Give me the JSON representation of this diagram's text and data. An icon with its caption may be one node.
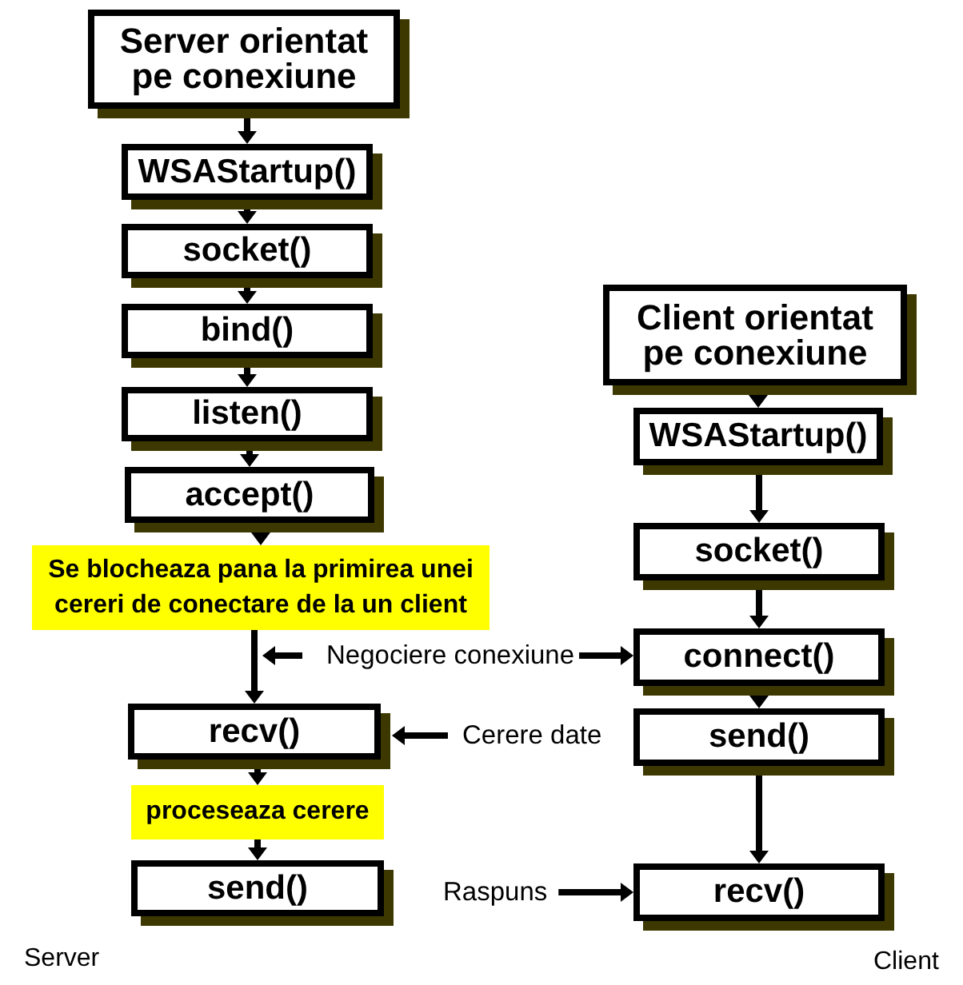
{
  "diagram": {
    "nodes": [
      {
        "text": [
          "Server orientat pe conexiune"
        ]
      },
      {
        "text": [
          "WSAStartup()"
        ]
      },
      {
        "text": [
          "socket()"
        ]
      },
      {
        "text": [
          "bind()"
        ]
      },
      {
        "text": [
          "listen()"
        ]
      },
      {
        "text": [
          "accept()"
        ]
      },
      {
        "text": [
          "Se blocheaza pana la primirea unei cereri de conectare de la un client"
        ]
      },
      {
        "text": [
          "recv()"
        ]
      },
      {
        "text": [
          "proceseaza cerere"
        ]
      },
      {
        "text": [
          "send()"
        ]
      },
      {
        "text": [
          "Client orientat pe conexiune"
        ]
      },
      {
        "text": [
          "WSAStartup()"
        ]
      },
      {
        "text": [
          "socket()"
        ]
      },
      {
        "text": [
          "connect()"
        ]
      },
      {
        "text": [
          "send()"
        ]
      },
      {
        "text": [
          "recv()"
        ]
      },
      {
        "text": [
          "Negociere conexiune"
        ]
      },
      {
        "text": [
          "Cerere date"
        ]
      },
      {
        "text": [
          "Raspuns"
        ]
      }
    ],
    "edges": [
      {
        "from": 0,
        "to": 1,
        "arrow": "to"
      },
      {
        "from": 1,
        "to": 2,
        "arrow": "to"
      },
      {
        "from": 2,
        "to": 3,
        "arrow": "to"
      },
      {
        "from": 3,
        "to": 4,
        "arrow": "to"
      },
      {
        "from": 4,
        "to": 5,
        "arrow": "to"
      },
      {
        "from": 5,
        "to": 6,
        "arrow": "to"
      },
      {
        "from": 6,
        "to": 7,
        "arrow": "to"
      },
      {
        "from": 7,
        "to": 8,
        "arrow": "to"
      },
      {
        "from": 8,
        "to": 9,
        "arrow": "to"
      },
      {
        "from": 10,
        "to": 11,
        "arrow": "to"
      },
      {
        "from": 11,
        "to": 12,
        "arrow": "to"
      },
      {
        "from": 12,
        "to": 13,
        "arrow": "to"
      },
      {
        "from": 13,
        "to": 14,
        "arrow": "to"
      },
      {
        "from": 14,
        "to": 15,
        "arrow": "to"
      },
      {
        "from": 16,
        "to": 13,
        "arrow": "to"
      },
      {
        "from": 16,
        "to": 6,
        "arrow": "to"
      },
      {
        "from": 17,
        "to": 7,
        "arrow": "to"
      },
      {
        "from": 18,
        "to": 15,
        "arrow": "to"
      }
    ],
    "labels": [
      "Server",
      "Client"
    ]
  }
}
